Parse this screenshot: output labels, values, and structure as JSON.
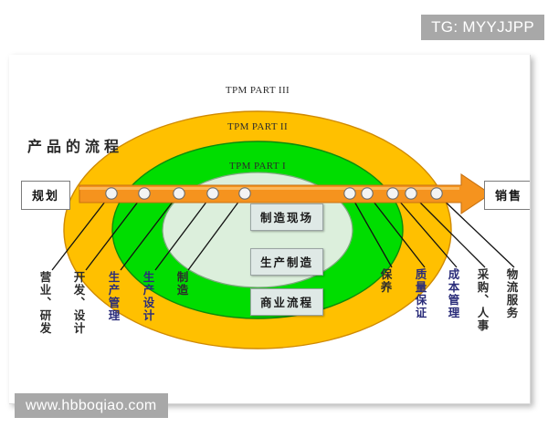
{
  "watermarks": {
    "top_right": "TG: MYYJJPP",
    "bottom_left": "www.hbboqiao.com"
  },
  "diagram": {
    "flow_title": "产品的流程",
    "start_label": "规划",
    "end_label": "销售",
    "rings": [
      {
        "id": "part3",
        "label": "TPM PART III",
        "color": "#FFC000",
        "stroke": "#D08A00"
      },
      {
        "id": "part2",
        "label": "TPM PART II",
        "color": "#00DD00",
        "stroke": "#0B8A0B"
      },
      {
        "id": "part1",
        "label": "TPM PART I",
        "color": "#D9EFD9",
        "stroke": "#7FA87F"
      }
    ],
    "center_boxes": [
      {
        "id": "box-part1",
        "label": "制造现场"
      },
      {
        "id": "box-part2",
        "label": "生产制造"
      },
      {
        "id": "box-part3",
        "label": "商业流程"
      }
    ],
    "left_callouts": [
      {
        "id": "sales-rnd",
        "label": "营业、研发",
        "color": "ink"
      },
      {
        "id": "development-design",
        "label": "开发、设计",
        "color": "ink"
      },
      {
        "id": "production-mgmt",
        "label": "生产管理",
        "color": "blue"
      },
      {
        "id": "production-design",
        "label": "生产设计",
        "color": "blue"
      },
      {
        "id": "manufacturing",
        "label": "制造",
        "color": "ink"
      }
    ],
    "right_callouts": [
      {
        "id": "maintenance",
        "label": "保养",
        "color": "ink"
      },
      {
        "id": "quality-assure",
        "label": "质量保证",
        "color": "blue"
      },
      {
        "id": "cost-mgmt",
        "label": "成本管理",
        "color": "blue"
      },
      {
        "id": "purchase-hr",
        "label": "采购、人事",
        "color": "ink"
      },
      {
        "id": "logistics",
        "label": "物流服务",
        "color": "ink"
      }
    ],
    "arrow_color": "#F0A020",
    "arrow_bar_color": "#F5931E",
    "node_count": 10
  }
}
